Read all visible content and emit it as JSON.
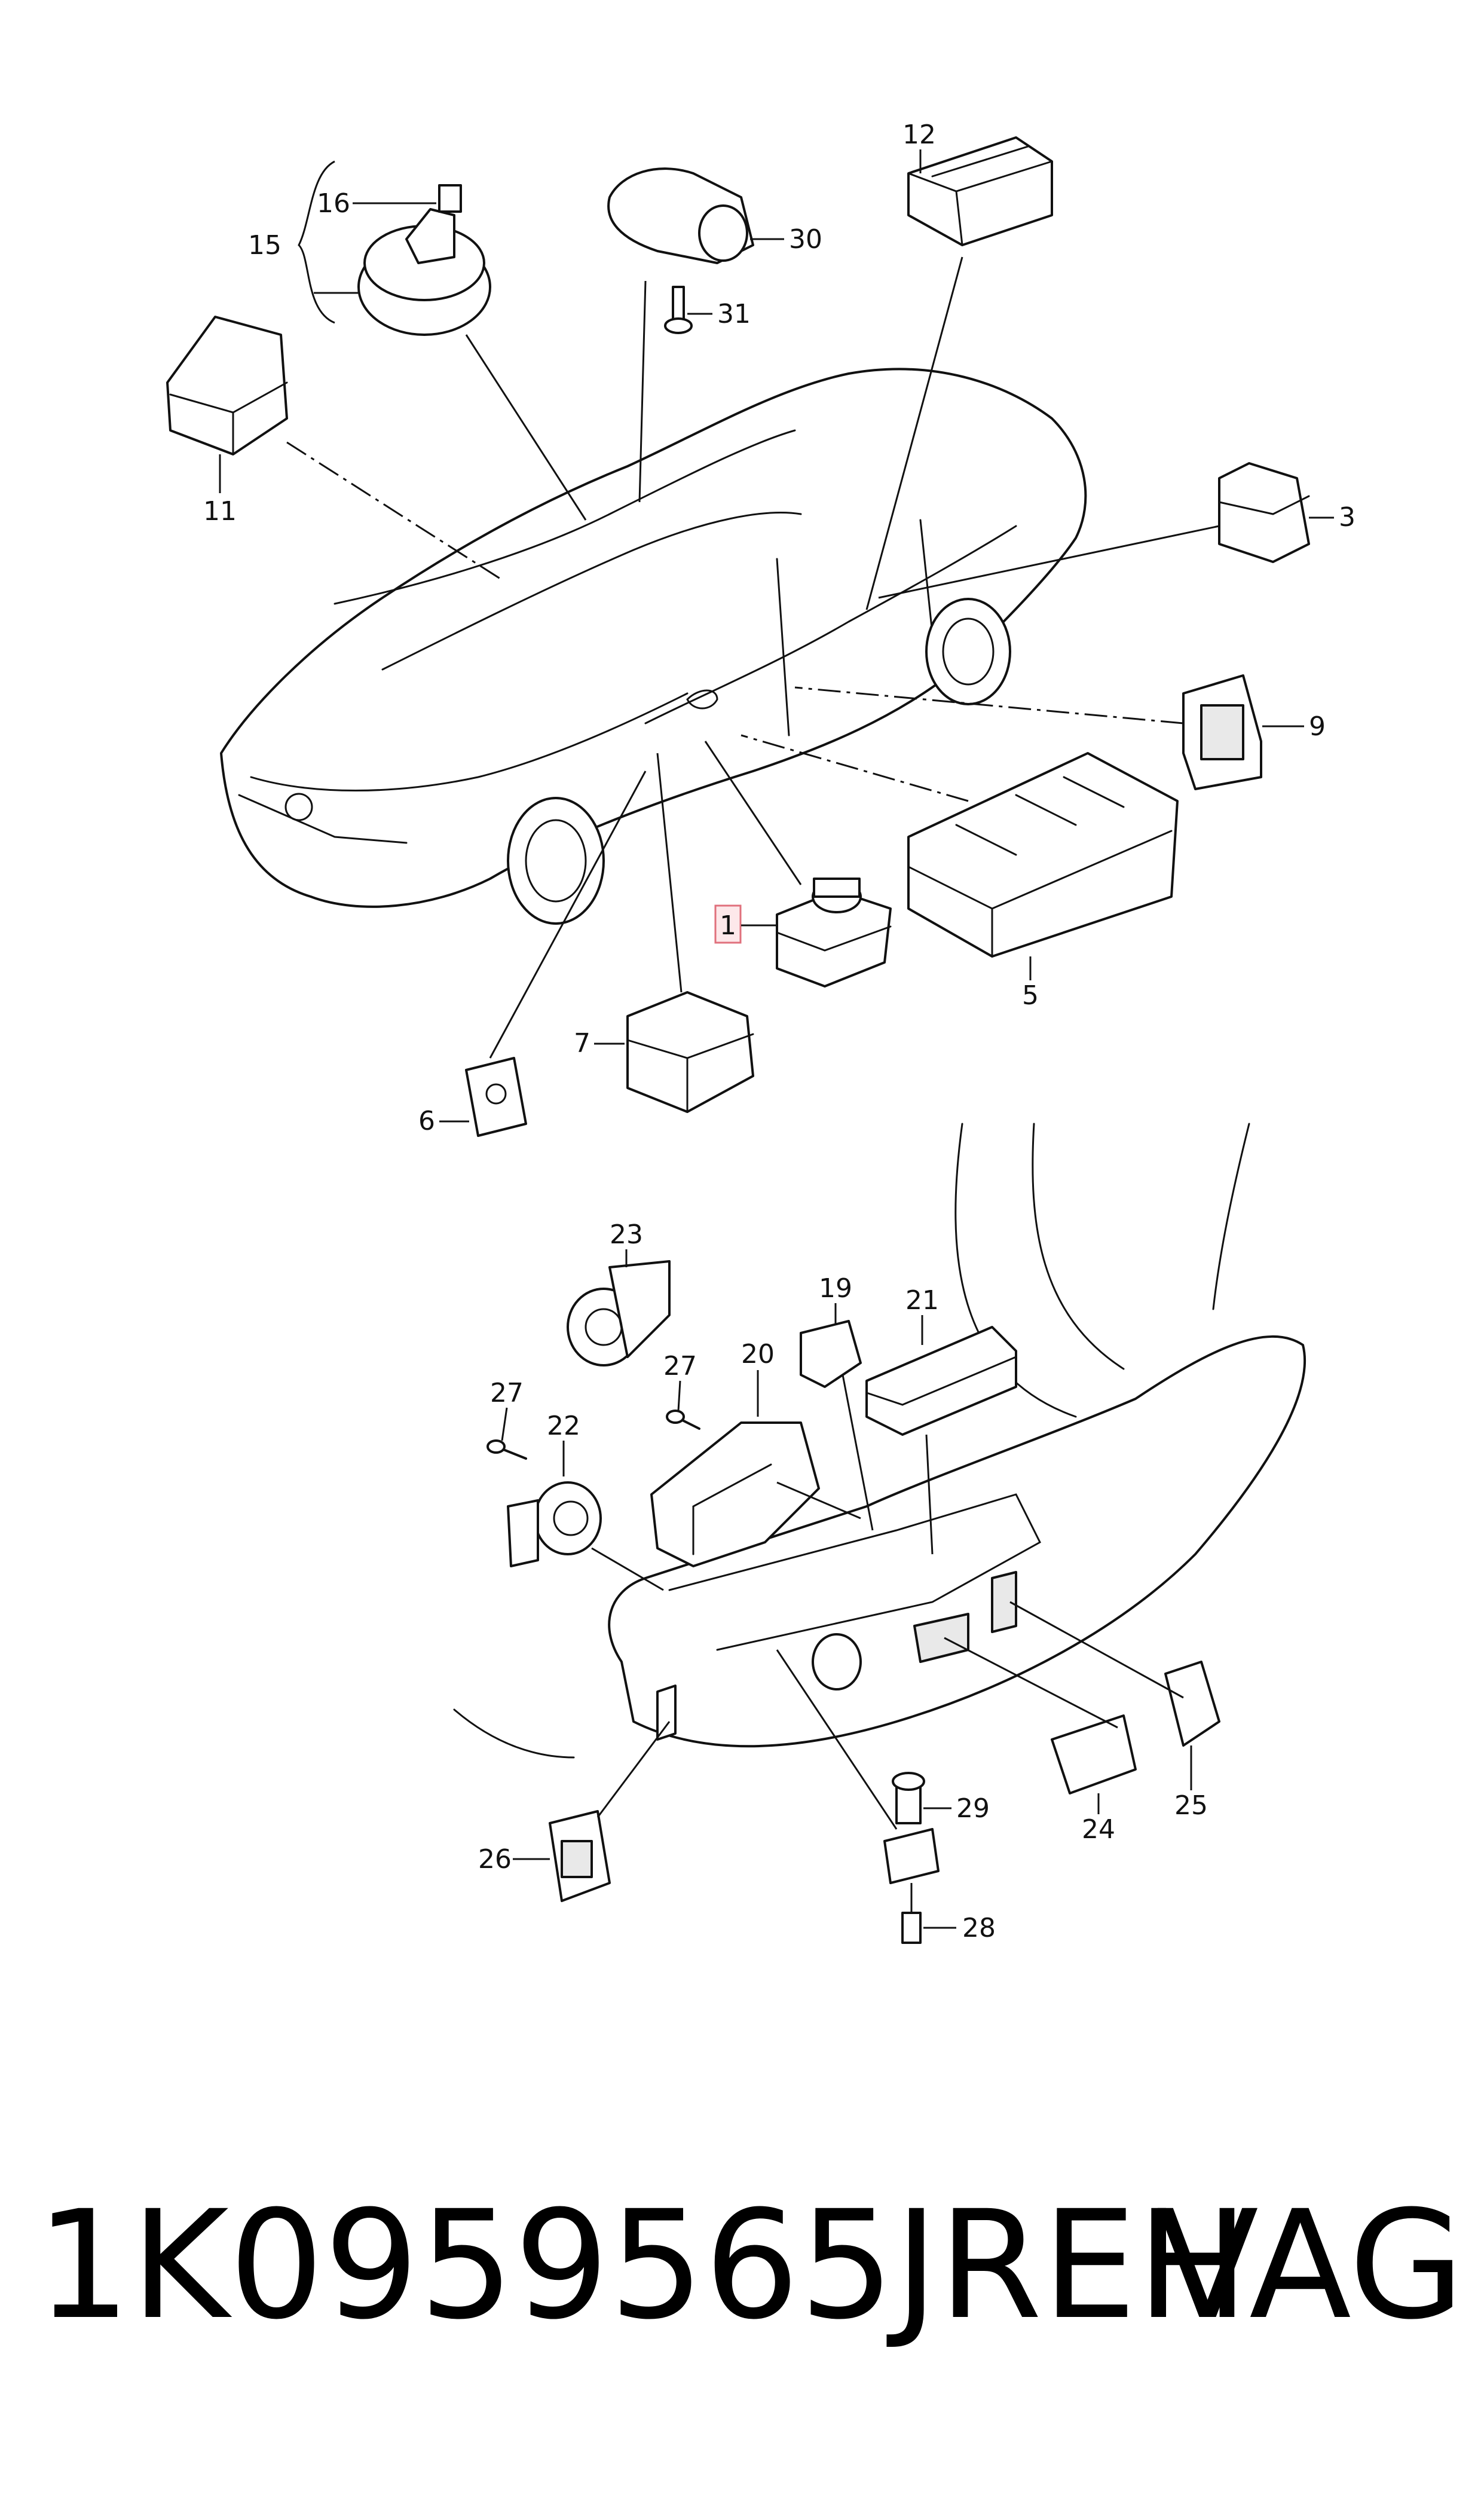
{
  "diagram": {
    "callouts": {
      "c1": "1",
      "c3": "3",
      "c5": "5",
      "c6": "6",
      "c7": "7",
      "c9": "9",
      "c11": "11",
      "c12": "12",
      "c15": "15",
      "c16": "16",
      "c19": "19",
      "c20": "20",
      "c21": "21",
      "c22": "22",
      "c23": "23",
      "c24": "24",
      "c25": "25",
      "c26": "26",
      "c27a": "27",
      "c27b": "27",
      "c28": "28",
      "c29": "29",
      "c30": "30",
      "c31": "31"
    },
    "highlighted_callout": "1",
    "highlight_color": "#e0707c"
  },
  "footer": {
    "part_number": "1K0959565JREH",
    "brand": "VAG"
  }
}
